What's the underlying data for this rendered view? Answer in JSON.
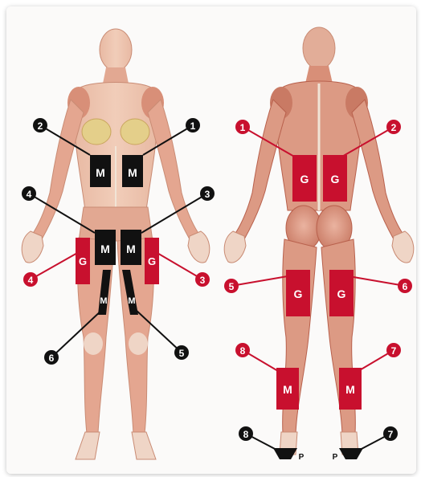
{
  "colors": {
    "background": "#ffffff",
    "card": "#fbfaf9",
    "skin": "#ecc5b0",
    "muscle": "#d88f78",
    "muscle_dark": "#b8604c",
    "tendon": "#f1e4d6",
    "pad_black": "#111111",
    "pad_red": "#c8102e",
    "line_black": "#111111",
    "line_red": "#c8102e"
  },
  "figures": {
    "front": {
      "label_name": "front-figure",
      "pads": [
        {
          "name": "pad-front-abdomen-left",
          "text": "M",
          "color": "black"
        },
        {
          "name": "pad-front-abdomen-right",
          "text": "M",
          "color": "black"
        },
        {
          "name": "pad-front-quad-upper-left",
          "text": "M",
          "color": "black"
        },
        {
          "name": "pad-front-quad-upper-right",
          "text": "M",
          "color": "black"
        },
        {
          "name": "pad-front-thigh-outer-left",
          "text": "G",
          "color": "red"
        },
        {
          "name": "pad-front-thigh-outer-right",
          "text": "G",
          "color": "red"
        },
        {
          "name": "pad-front-quad-lower-left",
          "text": "M",
          "color": "black"
        },
        {
          "name": "pad-front-quad-lower-right",
          "text": "M",
          "color": "black"
        }
      ],
      "markers": [
        {
          "name": "marker-front-2",
          "number": "2",
          "color": "black"
        },
        {
          "name": "marker-front-1",
          "number": "1",
          "color": "black"
        },
        {
          "name": "marker-front-4-black",
          "number": "4",
          "color": "black"
        },
        {
          "name": "marker-front-3-black",
          "number": "3",
          "color": "black"
        },
        {
          "name": "marker-front-4-red",
          "number": "4",
          "color": "red"
        },
        {
          "name": "marker-front-3-red",
          "number": "3",
          "color": "red"
        },
        {
          "name": "marker-front-6",
          "number": "6",
          "color": "black"
        },
        {
          "name": "marker-front-5",
          "number": "5",
          "color": "black"
        }
      ]
    },
    "back": {
      "label_name": "back-figure",
      "pads": [
        {
          "name": "pad-back-lumbar-left",
          "text": "G",
          "color": "red"
        },
        {
          "name": "pad-back-lumbar-right",
          "text": "G",
          "color": "red"
        },
        {
          "name": "pad-back-hamstring-left",
          "text": "G",
          "color": "red"
        },
        {
          "name": "pad-back-hamstring-right",
          "text": "G",
          "color": "red"
        },
        {
          "name": "pad-back-calf-left",
          "text": "M",
          "color": "red"
        },
        {
          "name": "pad-back-calf-right",
          "text": "M",
          "color": "red"
        },
        {
          "name": "pad-back-heel-left",
          "text": "P",
          "color": "black"
        },
        {
          "name": "pad-back-heel-right",
          "text": "P",
          "color": "black"
        }
      ],
      "markers": [
        {
          "name": "marker-back-1",
          "number": "1",
          "color": "red"
        },
        {
          "name": "marker-back-2",
          "number": "2",
          "color": "red"
        },
        {
          "name": "marker-back-5",
          "number": "5",
          "color": "red"
        },
        {
          "name": "marker-back-6",
          "number": "6",
          "color": "red"
        },
        {
          "name": "marker-back-8-red",
          "number": "8",
          "color": "red"
        },
        {
          "name": "marker-back-7-red",
          "number": "7",
          "color": "red"
        },
        {
          "name": "marker-back-8-black",
          "number": "8",
          "color": "black"
        },
        {
          "name": "marker-back-7-black",
          "number": "7",
          "color": "black"
        }
      ]
    }
  }
}
